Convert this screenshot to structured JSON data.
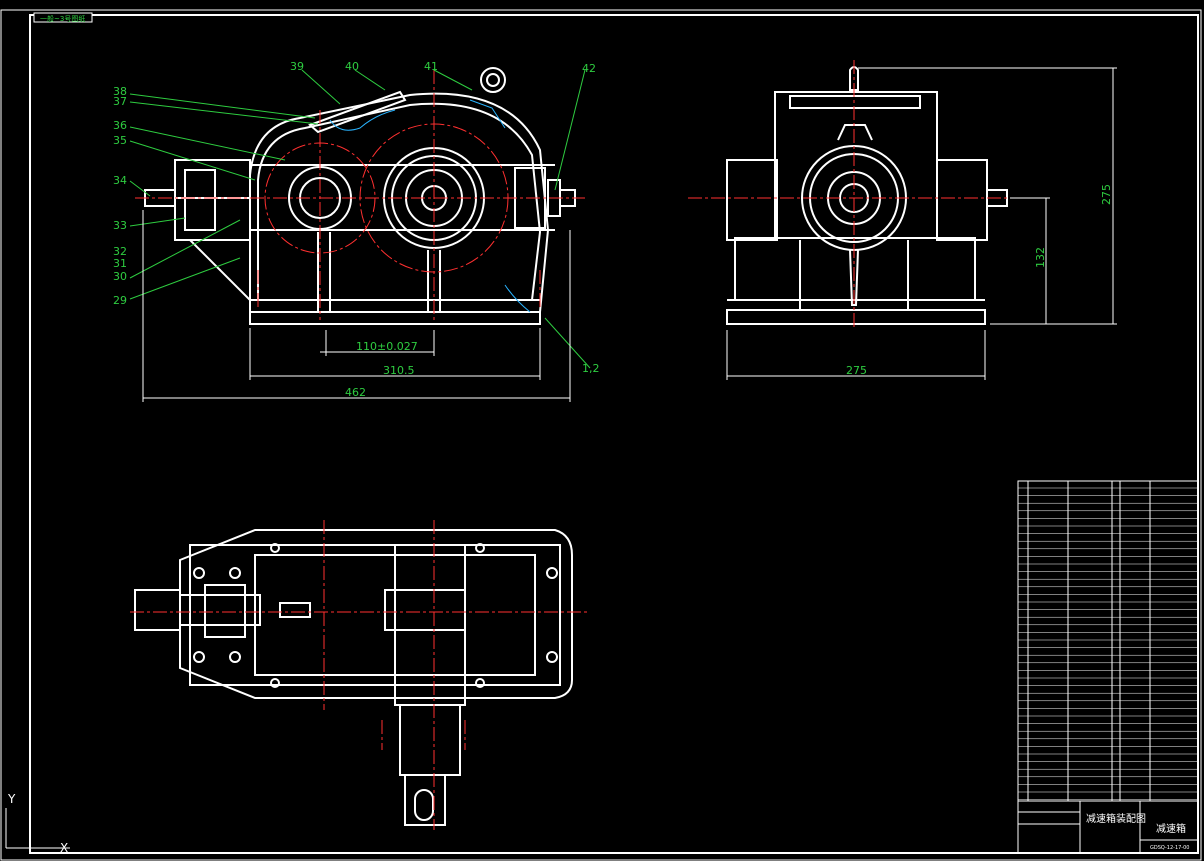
{
  "tab_label": "一般~3号图纸",
  "axis_y": "Y",
  "axis_x": "X",
  "part_labels": [
    "39",
    "40",
    "41",
    "42",
    "38",
    "37",
    "36",
    "35",
    "34",
    "33",
    "32",
    "31",
    "30",
    "29",
    "1,2"
  ],
  "dims": {
    "center_dist": "110±0.027",
    "body_len": "310.5",
    "total_len": "462",
    "width_side": "275",
    "height_total": "275",
    "center_height": "132"
  },
  "title_block": {
    "drawing_name": "减速箱装配图",
    "part_name": "减速箱",
    "drawing_no": "GDSQ-12-17-00"
  }
}
